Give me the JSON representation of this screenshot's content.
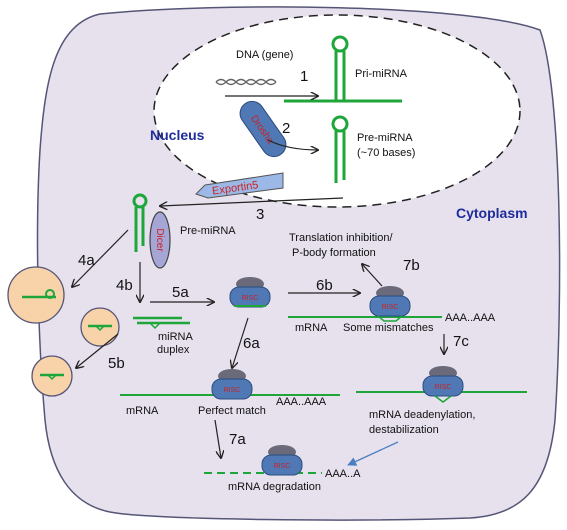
{
  "regions": {
    "nucleus": "Nucleus",
    "cytoplasm": "Cytoplasm"
  },
  "labels": {
    "dna": "DNA (gene)",
    "pri_mirna": "Pri-miRNA",
    "pre_mirna_nuc": "Pre-miRNA",
    "pre_mirna_len": "(~70 bases)",
    "pre_mirna_cyto": "Pre-miRNA",
    "drosha": "Drosha",
    "exportin5": "Exportin5",
    "dicer": "Dicer",
    "mirna_duplex_1": "miRNA",
    "mirna_duplex_2": "duplex",
    "translation_1": "Translation inhibition/",
    "translation_2": "P-body formation",
    "mrna_mismatch": "mRNA",
    "some_mismatches": "Some mismatches",
    "polya_mismatch": "AAA..AAA",
    "mrna_perfect": "mRNA",
    "perfect_match": "Perfect match",
    "polya_perfect": "AAA..AAA",
    "deadenylation_1": "mRNA deadenylation,",
    "deadenylation_2": "destabilization",
    "polya_degraded": "AAA..A",
    "mrna_degradation": "mRNA degradation",
    "risc": "RISC"
  },
  "steps": {
    "s1": "1",
    "s2": "2",
    "s3": "3",
    "s4a": "4a",
    "s4b": "4b",
    "s5a": "5a",
    "s5b": "5b",
    "s6a": "6a",
    "s6b": "6b",
    "s7a": "7a",
    "s7b": "7b",
    "s7c": "7c"
  },
  "colors": {
    "rna_green": "#1fa63a",
    "risc_blue": "#4f78b4",
    "risc_text": "#cc2222",
    "cell_fill": "#e7e1ee",
    "cell_stroke": "#555577",
    "vesicle_fill": "#f8d2a8",
    "region_text": "#1f2d9c",
    "exportin_fill": "#9cb8e6",
    "arrow_blue": "#4a7fc1"
  }
}
